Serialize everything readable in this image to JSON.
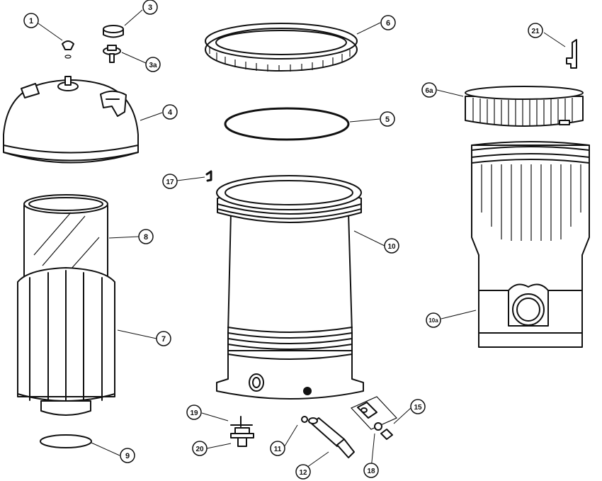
{
  "callouts": [
    {
      "id": "c1",
      "label": "1"
    },
    {
      "id": "c3",
      "label": "3"
    },
    {
      "id": "c3a",
      "label": "3a"
    },
    {
      "id": "c4",
      "label": "4"
    },
    {
      "id": "c5",
      "label": "5"
    },
    {
      "id": "c6",
      "label": "6"
    },
    {
      "id": "c6a",
      "label": "6a"
    },
    {
      "id": "c7",
      "label": "7"
    },
    {
      "id": "c8",
      "label": "8"
    },
    {
      "id": "c9",
      "label": "9"
    },
    {
      "id": "c10",
      "label": "10"
    },
    {
      "id": "c10a",
      "label": "10a"
    },
    {
      "id": "c11",
      "label": "11"
    },
    {
      "id": "c12",
      "label": "12"
    },
    {
      "id": "c15",
      "label": "15"
    },
    {
      "id": "c17",
      "label": "17"
    },
    {
      "id": "c18",
      "label": "18"
    },
    {
      "id": "c19",
      "label": "19"
    },
    {
      "id": "c20",
      "label": "20"
    },
    {
      "id": "c21",
      "label": "21"
    }
  ]
}
